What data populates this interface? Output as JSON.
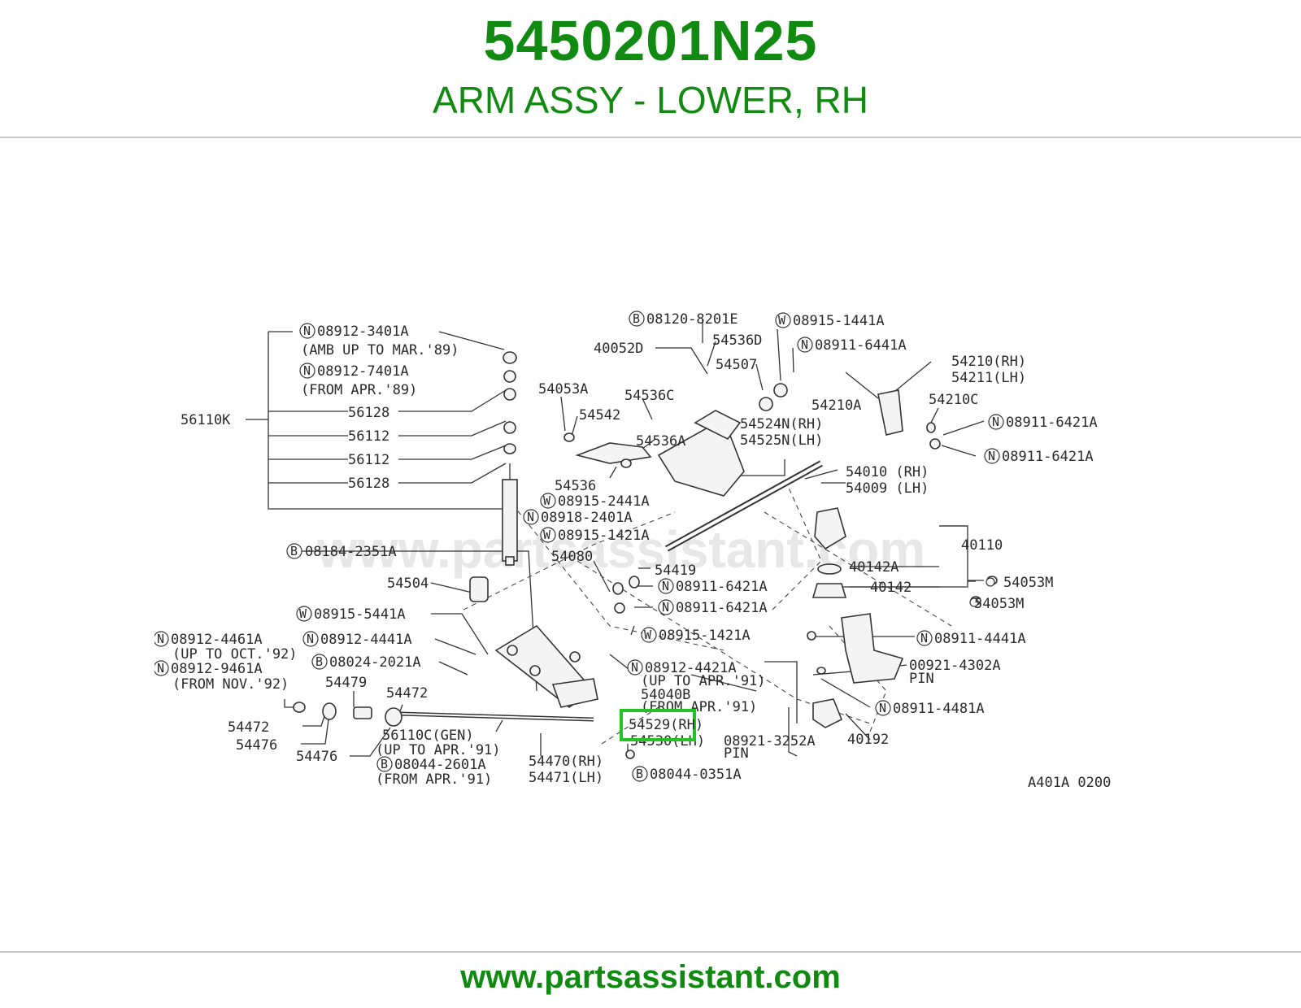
{
  "header": {
    "part_number": "5450201N25",
    "part_name": "ARM ASSY - LOWER, RH"
  },
  "footer": {
    "url": "www.partsassistant.com"
  },
  "diagram": {
    "watermark": "www.partsassistant.com",
    "figure_code": "A401A 0200",
    "highlighted_label": "54529(RH)",
    "labels": {
      "l01": "08912-3401A",
      "l02": "(AMB UP TO MAR.'89)",
      "l03": "08912-7401A",
      "l04": "(FROM APR.'89)",
      "l05": "56128",
      "l06": "56112",
      "l07": "56112",
      "l08": "56128",
      "l09": "56110K",
      "l10": "08120-8201E",
      "l11": "08915-1441A",
      "l12": "54536D",
      "l13": "40052D",
      "l14": "54507",
      "l15": "08911-6441A",
      "l16": "54210(RH)",
      "l17": "54211(LH)",
      "l18": "54053A",
      "l19": "54536C",
      "l20": "54210A",
      "l21": "54210C",
      "l22": "54542",
      "l23": "54524N(RH)",
      "l24": "54525N(LH)",
      "l25": "08911-6421A",
      "l26": "54536A",
      "l27": "08911-6421A",
      "l28": "54536",
      "l29": "54010 (RH)",
      "l30": "54009 (LH)",
      "l31": "08915-2441A",
      "l32": "08918-2401A",
      "l33": "08915-1421A",
      "l34": "40110",
      "l35": "08184-2351A",
      "l36": "54080",
      "l37": "54419",
      "l38": "40142A",
      "l39": "54053M",
      "l40": "54504",
      "l41": "08911-6421A",
      "l42": "40142",
      "l43": "54053M",
      "l44": "08915-5441A",
      "l45": "08911-6421A",
      "l46": "08915-1421A",
      "l47": "08912-4461A",
      "l48": "08912-4441A",
      "l49": "(UP TO OCT.'92)",
      "l50": "08024-2021A",
      "l51": "08912-9461A",
      "l52": "(FROM NOV.'92)",
      "l53": "08911-4441A",
      "l54": "08912-4421A",
      "l55": "(UP TO APR.'91)",
      "l56": "00921-4302A",
      "l57": "PIN",
      "l58": "54479",
      "l59": "54472",
      "l60": "54040B",
      "l61": "(FROM APR.'91)",
      "l62": "08911-4481A",
      "l63": "54472",
      "l64": "56110C(GEN)",
      "l65": "54530(LH)",
      "l66": "08921-3252A",
      "l67": "40192",
      "l68": "54476",
      "l69": "(UP TO APR.'91)",
      "l70": "PIN",
      "l71": "54476",
      "l72": "08044-2601A",
      "l73": "54470(RH)",
      "l74": "(FROM APR.'91)",
      "l75": "54471(LH)",
      "l76": "08044-0351A"
    },
    "prefixes": {
      "N": "N",
      "B": "B",
      "W": "W"
    }
  }
}
